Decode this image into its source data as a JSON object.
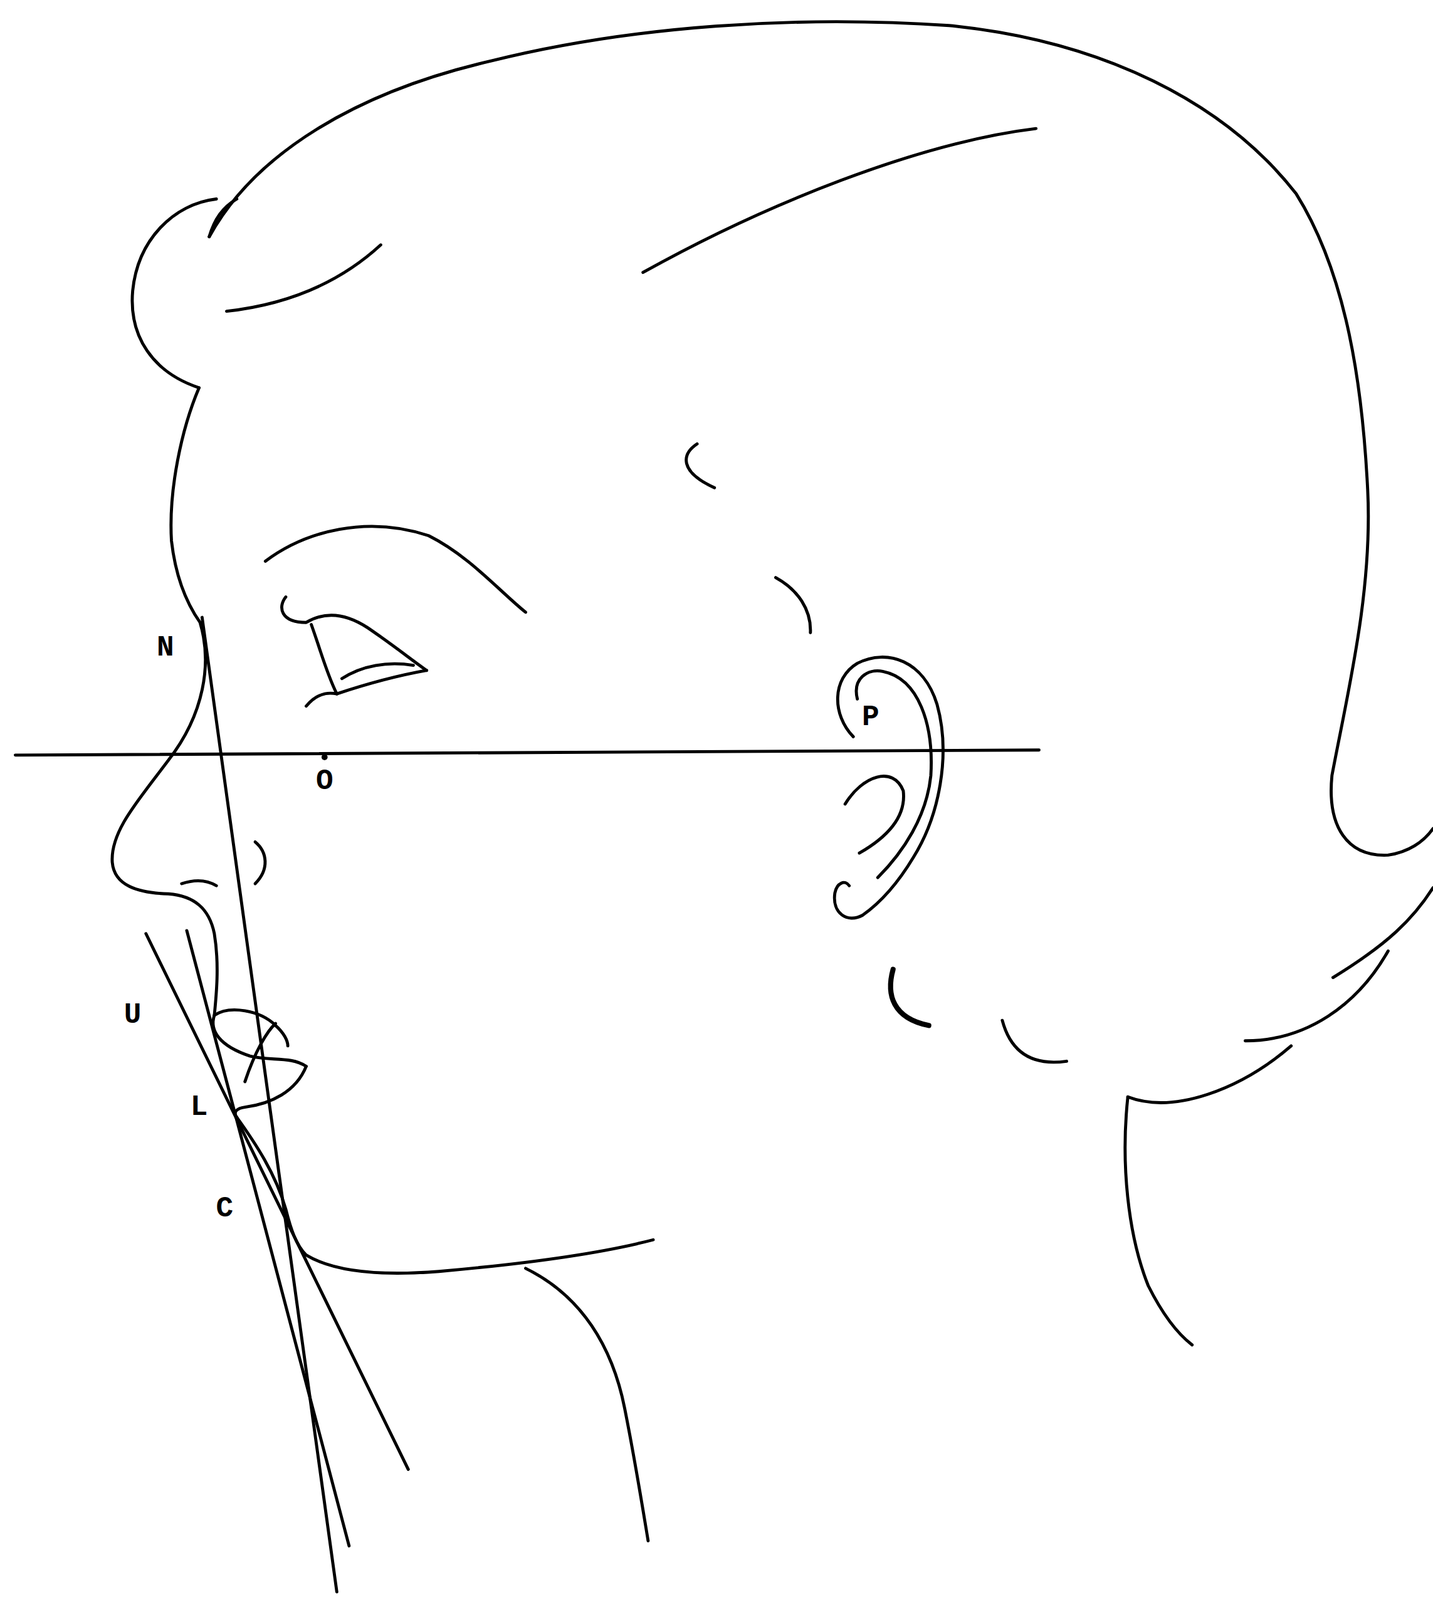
{
  "diagram": {
    "labels": [
      "N",
      "O",
      "P",
      "U",
      "L",
      "C"
    ]
  }
}
